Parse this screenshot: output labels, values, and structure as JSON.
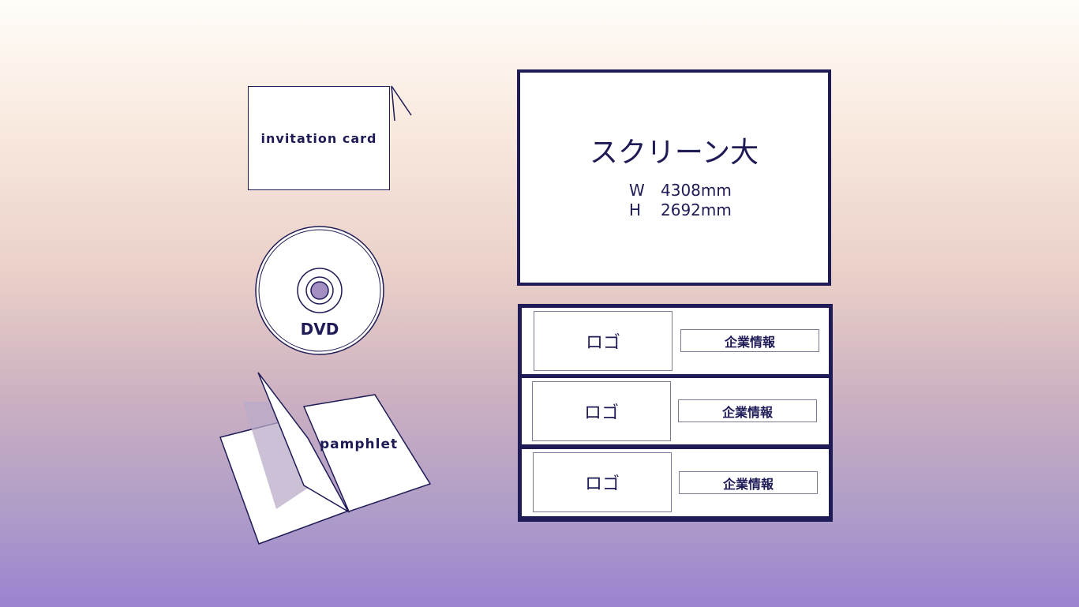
{
  "invitation_card": {
    "label": "invitation card"
  },
  "dvd": {
    "label": "DVD"
  },
  "pamphlet": {
    "label": "pamphlet"
  },
  "screen": {
    "title": "スクリーン大",
    "width_key": "W",
    "width_value": "4308mm",
    "height_key": "H",
    "height_value": "2692mm"
  },
  "banners": [
    {
      "logo": "ロゴ",
      "info": "企業情報"
    },
    {
      "logo": "ロゴ",
      "info": "企業情報"
    },
    {
      "logo": "ロゴ",
      "info": "企業情報"
    }
  ],
  "colors": {
    "ink": "#1e1b56",
    "background_top": "#fffdf9",
    "background_bottom": "#9b83d1"
  }
}
